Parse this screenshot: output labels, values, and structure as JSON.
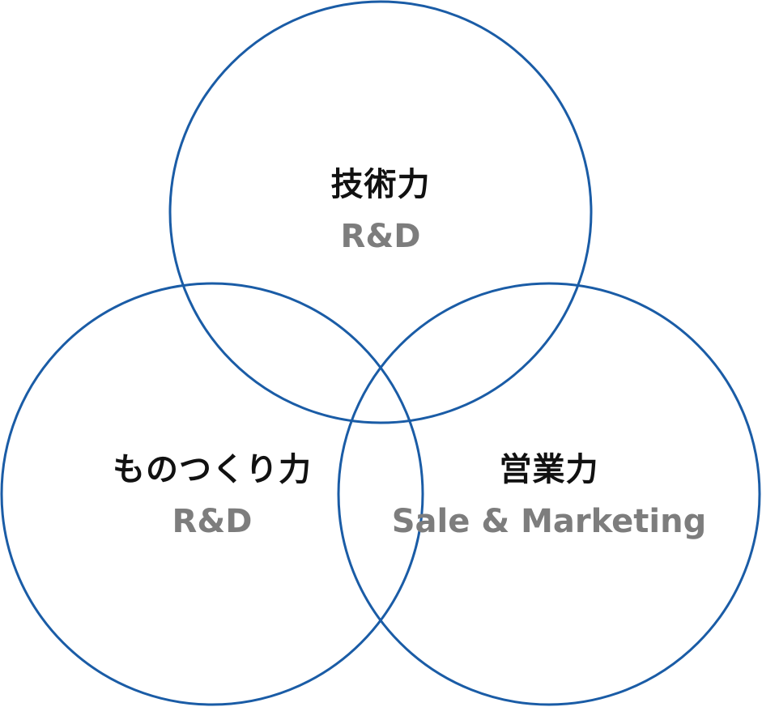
{
  "diagram": {
    "stroke_color": "#1a5ca6",
    "primary_text_color": "#111111",
    "secondary_text_color": "#7d7d7d",
    "circles": [
      {
        "id": "top",
        "title": "技術力",
        "subtitle": "R&D"
      },
      {
        "id": "left",
        "title": "ものつくり力",
        "subtitle": "R&D"
      },
      {
        "id": "right",
        "title": "営業力",
        "subtitle": "Sale & Marketing"
      }
    ]
  }
}
